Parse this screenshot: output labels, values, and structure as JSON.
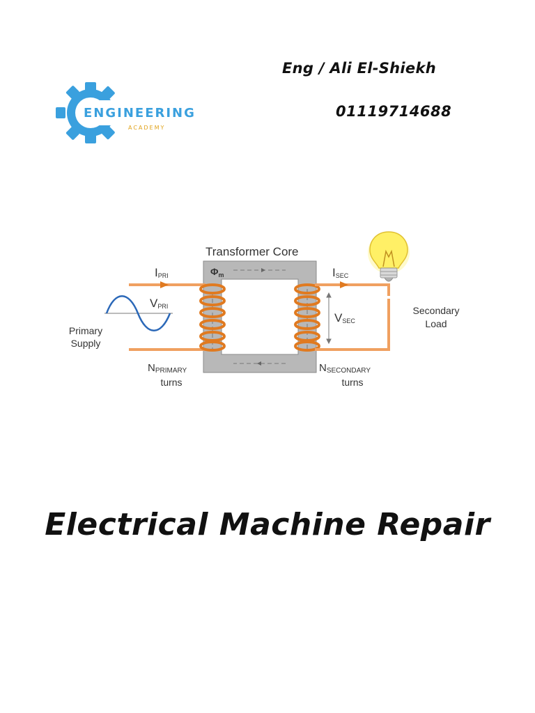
{
  "header": {
    "author": "Eng / Ali El-Shiekh",
    "phone": "01119714688"
  },
  "logo": {
    "word": "ENGINEERING",
    "sub": "ACADEMY",
    "color": "#3aa0de",
    "sub_color": "#e0a21a"
  },
  "diagram": {
    "core_label": "Transformer Core",
    "flux_symbol": "Φ",
    "flux_sub": "m",
    "i_pri": "I",
    "i_pri_sub": "PRI",
    "v_pri": "V",
    "v_pri_sub": "PRI",
    "i_sec": "I",
    "i_sec_sub": "SEC",
    "v_sec": "V",
    "v_sec_sub": "SEC",
    "primary_supply_line1": "Primary",
    "primary_supply_line2": "Supply",
    "secondary_load_line1": "Secondary",
    "secondary_load_line2": "Load",
    "n_primary": "N",
    "n_primary_sub": "PRIMARY",
    "n_primary_turns": "turns",
    "n_secondary": "N",
    "n_secondary_sub": "SECONDARY",
    "n_secondary_turns": "turns",
    "wire_color": "#f0a060",
    "coil_color": "#e07a20",
    "core_color": "#b8b8b8"
  },
  "title": "Electrical Machine Repair"
}
